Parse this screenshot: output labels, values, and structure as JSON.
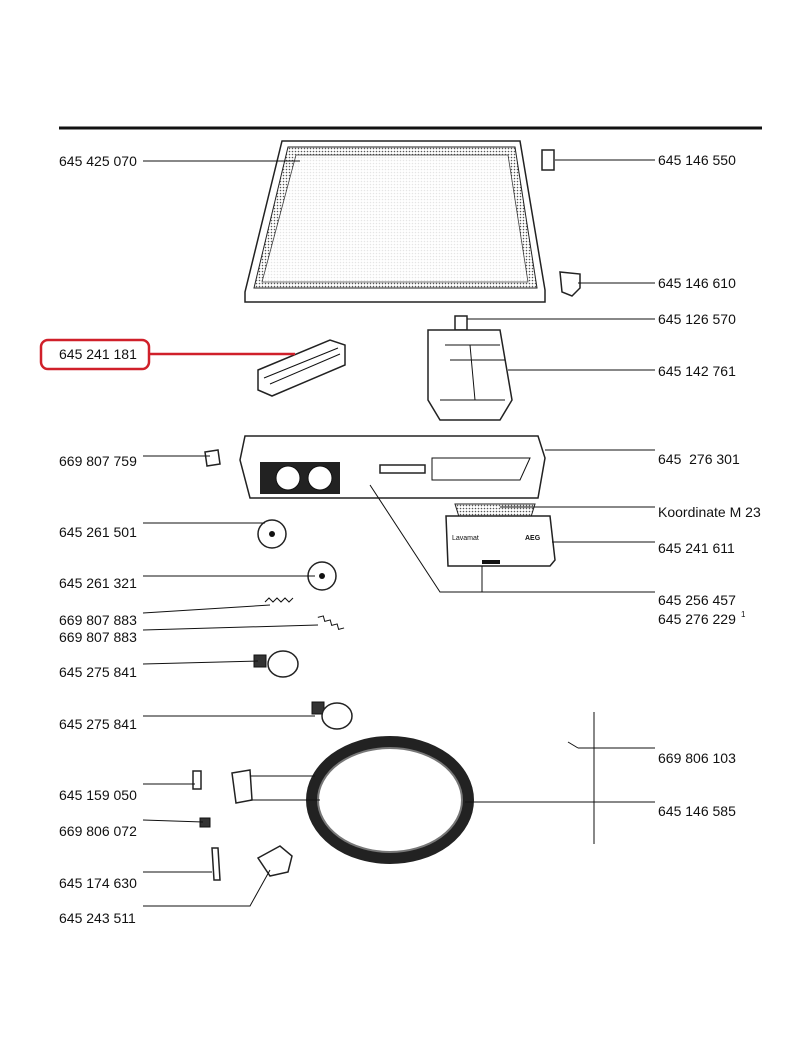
{
  "highlight_color": "#d0202a",
  "left_labels": [
    "645 425 070",
    "645 241 181",
    "669 807 759",
    "645 261 501",
    "645 261 321",
    "669 807 883",
    "669 807 883",
    "645 275 841",
    "645 275 841",
    "645 159 050",
    "669 806 072",
    "645 174 630",
    "645 243 511"
  ],
  "right_labels": [
    "645 146 550",
    "645 146 610",
    "645 126 570",
    "645 142 761",
    "645  276 301",
    "Koordinate M 23",
    "645 241 611",
    "645 256 457",
    "645 276 229",
    "669 806 103",
    "645 146 585"
  ],
  "superscript": "1",
  "panel_text": {
    "brand_left": "Lavamat",
    "brand_right": "AEG"
  }
}
